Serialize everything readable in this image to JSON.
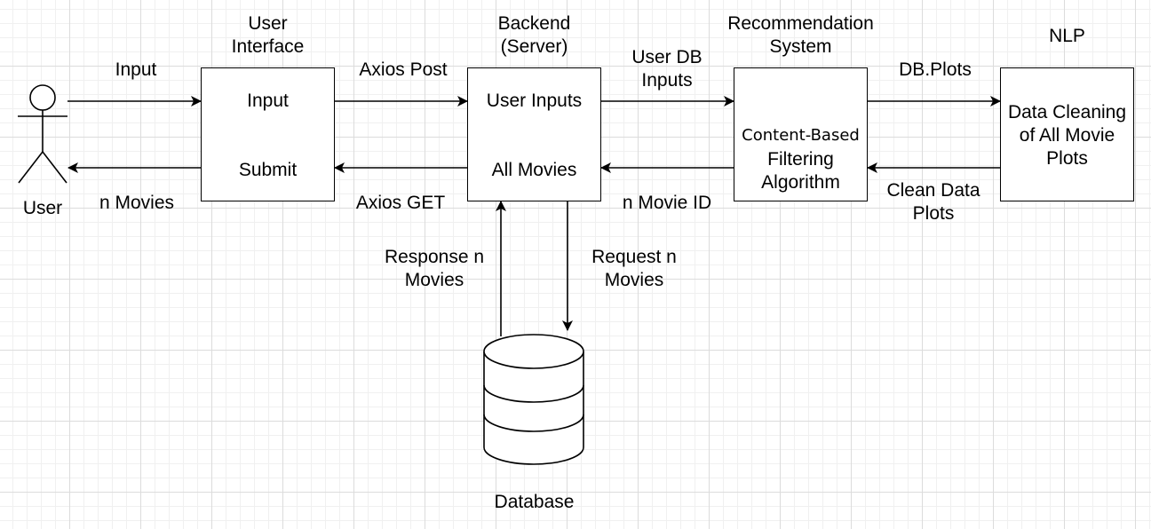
{
  "actor": {
    "label": "User"
  },
  "user_interface": {
    "title": "User\nInterface",
    "input_label": "Input",
    "submit_label": "Submit"
  },
  "backend": {
    "title": "Backend\n(Server)",
    "inputs_label": "User Inputs",
    "movies_label": "All Movies"
  },
  "recommendation": {
    "title": "Recommendation\nSystem",
    "algorithm_label_1": "Content-Based",
    "algorithm_label_2": "Filtering\nAlgorithm"
  },
  "nlp": {
    "title": "NLP",
    "body": "Data Cleaning\nof All Movie\nPlots"
  },
  "database": {
    "label": "Database"
  },
  "edges": {
    "user_to_ui": "Input",
    "ui_to_user": "n Movies",
    "ui_to_backend": "Axios Post",
    "backend_to_ui": "Axios GET",
    "backend_to_rec": "User DB\nInputs",
    "rec_to_backend": "n Movie ID",
    "rec_to_nlp": "DB.Plots",
    "nlp_to_rec": "Clean Data\nPlots",
    "db_to_backend": "Response n\nMovies",
    "backend_to_db": "Request n\nMovies"
  }
}
